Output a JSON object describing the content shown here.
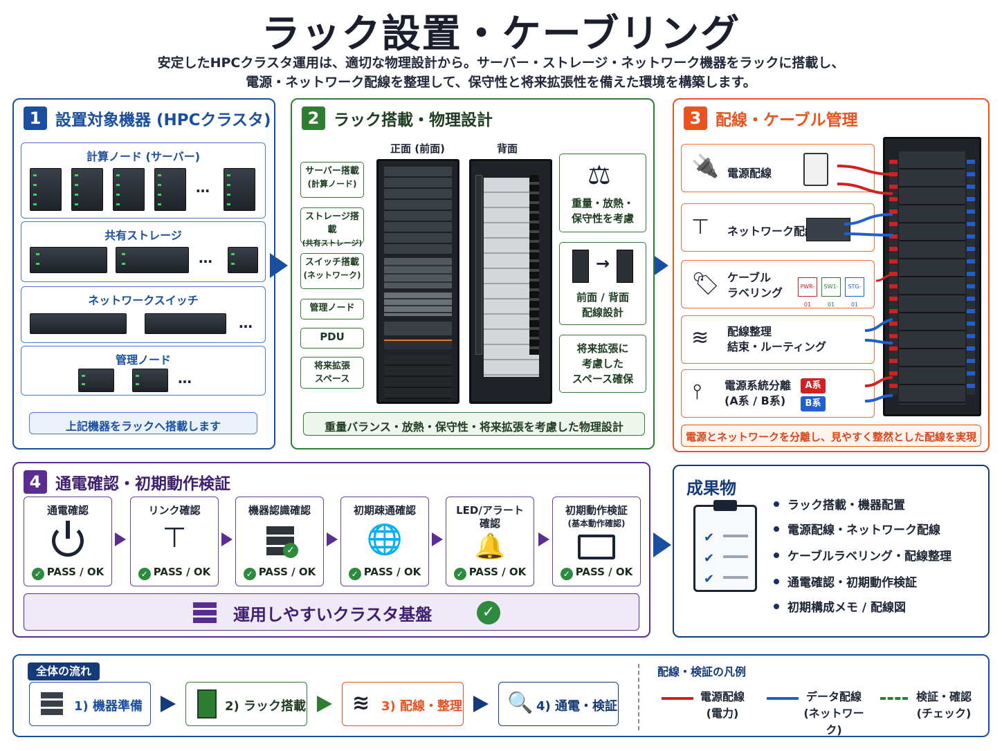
{
  "title": "ラック設置・ケーブリング",
  "subtitle1": "安定したHPCクラスタ運用は、適切な物理設計から。サーバー・ストレージ・ネットワーク機器をラックに搭載し、",
  "subtitle2": "電源・ネットワーク配線を整理して、保守性と将来拡張性を備えた環境を構築します。",
  "colors": {
    "blue": "#1a4fa0",
    "green": "#2e7d32",
    "orange": "#e8531f",
    "purple": "#5b2d91",
    "navy": "#143a7a"
  },
  "s1": {
    "num": "1",
    "title": "設置対象機器 (HPCクラスタ)",
    "compute": "計算ノード (サーバー)",
    "storage": "共有ストレージ",
    "switch": "ネットワークスイッチ",
    "mgmt": "管理ノード",
    "dots": "…",
    "footer": "上記機器をラックへ搭載します"
  },
  "s2": {
    "num": "2",
    "title": "ラック搭載・物理設計",
    "front": "正面 (前面)",
    "back": "背面",
    "tags": [
      {
        "l1": "サーバー搭載",
        "l2": "(計算ノード)"
      },
      {
        "l1": "ストレージ搭載",
        "l2": "(共有ストレージ)"
      },
      {
        "l1": "スイッチ搭載",
        "l2": "(ネットワーク)"
      },
      {
        "l1": "管理ノード",
        "l2": ""
      },
      {
        "l1": "PDU",
        "l2": ""
      },
      {
        "l1": "将来拡張",
        "l2": "スペース"
      }
    ],
    "notes": [
      {
        "l1": "重量・放熱・",
        "l2": "保守性を考慮",
        "l3": ""
      },
      {
        "l1": "前面 / 背面",
        "l2": "配線設計",
        "l3": ""
      },
      {
        "l1": "将来拡張に",
        "l2": "考慮した",
        "l3": "スペース確保"
      }
    ],
    "footer": "重量バランス・放熱・保守性・将来拡張を考慮した物理設計"
  },
  "s3": {
    "num": "3",
    "title": "配線・ケーブル管理",
    "power": "電源配線",
    "network": "ネットワーク配線",
    "label1": "ケーブル",
    "label2": "ラベリング",
    "tags": [
      "PWR-01",
      "SW1-01",
      "STG-01"
    ],
    "tidy1": "配線整理",
    "tidy2": "結束・ルーティング",
    "ab1": "電源系統分離",
    "ab2": "(A系 / B系)",
    "a": "A系",
    "b": "B系",
    "footer": "電源とネットワークを分離し、見やすく整然とした配線を実現"
  },
  "s4": {
    "num": "4",
    "title": "通電確認・初期動作検証",
    "steps": [
      {
        "name": "通電確認",
        "sub": "",
        "icon": "power-icon"
      },
      {
        "name": "リンク確認",
        "sub": "",
        "icon": "network-tree-icon"
      },
      {
        "name": "機器認識確認",
        "sub": "",
        "icon": "server-check-icon"
      },
      {
        "name": "初期疎通確認",
        "sub": "",
        "icon": "globe-icon"
      },
      {
        "name": "LED/アラート",
        "sub": "確認",
        "icon": "bell-icon"
      },
      {
        "name": "初期動作検証",
        "sub": "(基本動作確認)",
        "icon": "monitor-chart-icon"
      }
    ],
    "pass": "PASS / OK",
    "footer": "運用しやすいクラスタ基盤"
  },
  "deliv": {
    "title": "成果物",
    "items": [
      "ラック搭載・機器配置",
      "電源配線・ネットワーク配線",
      "ケーブルラベリング・配線整理",
      "通電確認・初期動作検証",
      "初期構成メモ / 配線図"
    ]
  },
  "flow": {
    "label": "全体の流れ",
    "steps": [
      "1) 機器準備",
      "2) ラック搭載",
      "3) 配線・整理",
      "4) 通電・検証"
    ]
  },
  "legend": {
    "title": "配線・検証の凡例",
    "items": [
      {
        "l1": "電源配線",
        "l2": "(電力)",
        "color": "#d32020"
      },
      {
        "l1": "データ配線",
        "l2": "(ネットワーク)",
        "color": "#1f5fd0"
      },
      {
        "l1": "検証・確認",
        "l2": "(チェック)",
        "color": "#2e7d32"
      }
    ]
  }
}
